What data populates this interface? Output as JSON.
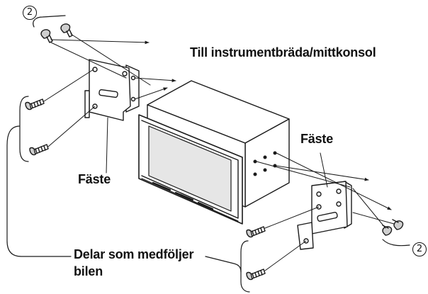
{
  "labels": {
    "destination": "Till instrumentbräda/mittkonsol",
    "bracket_right": "Fäste",
    "bracket_left": "Fäste",
    "car_parts_line1": "Delar som medföljer",
    "car_parts_line2": "bilen"
  },
  "callouts": {
    "top_left": "2",
    "bottom_right": "2"
  },
  "colors": {
    "line": "#1a1a1a",
    "fill": "#ffffff",
    "shade": "#d9d9d9",
    "screen": "#bfbfbf"
  }
}
